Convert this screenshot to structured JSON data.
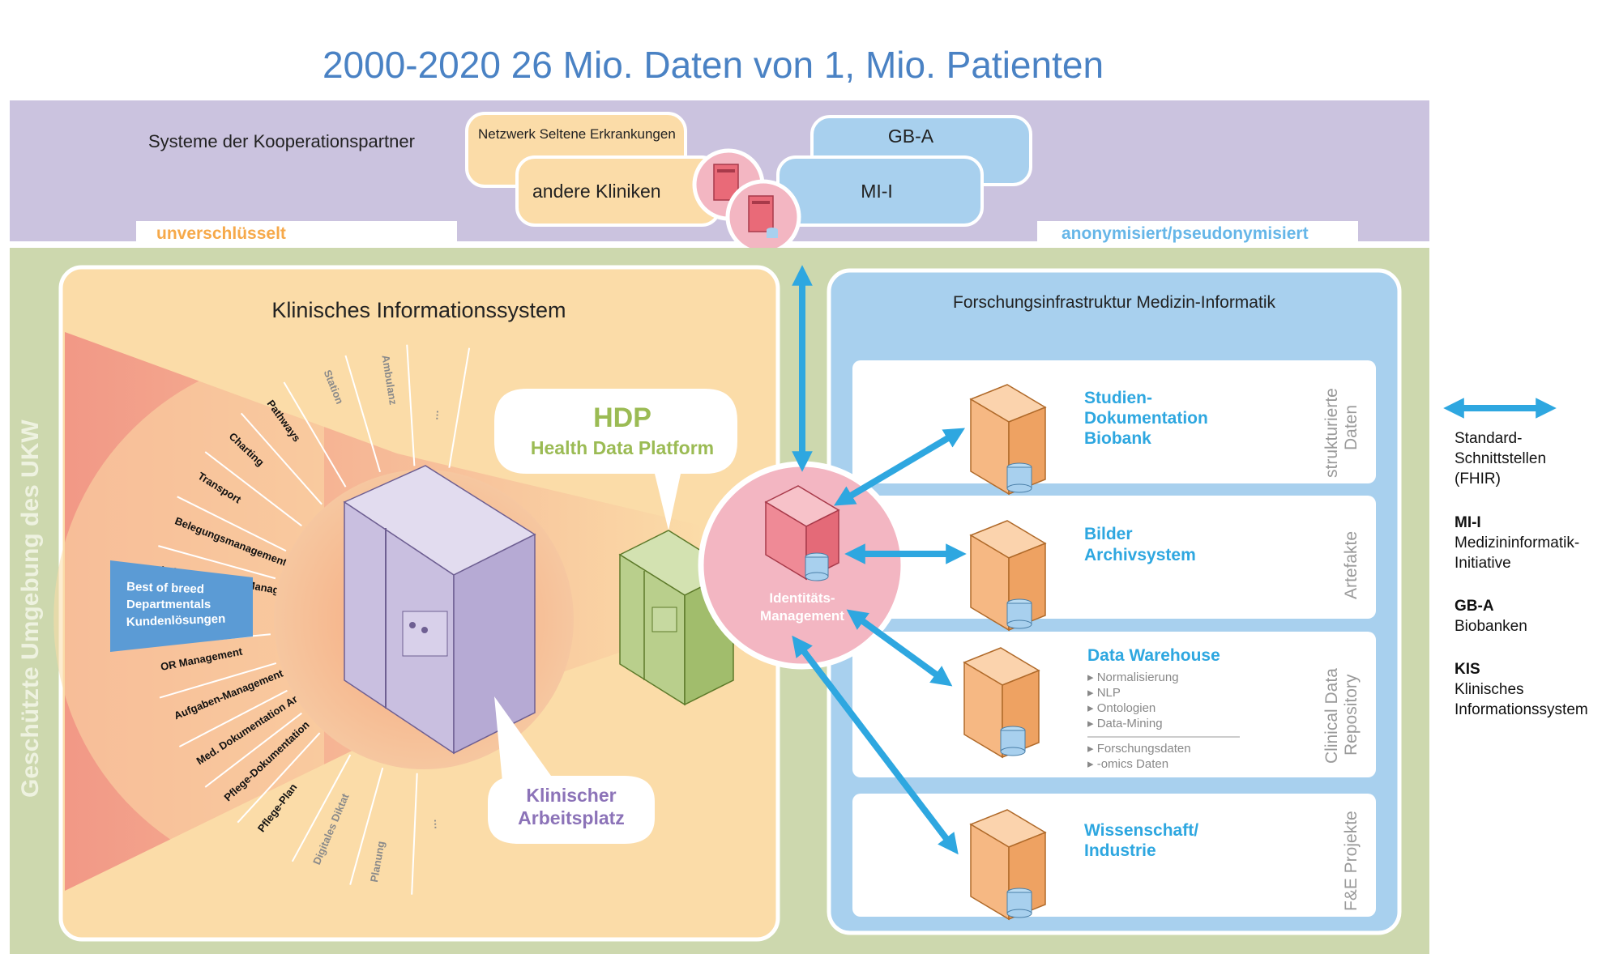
{
  "title": "2000-2020 26 Mio. Daten von 1, Mio. Patienten",
  "top_band": {
    "partner_label": "Systeme der Kooperationspartner",
    "netzwerk": "Netzwerk Seltene Erkrankungen",
    "andere_kliniken": "andere Kliniken",
    "gba": "GB-A",
    "mii": "MI-I",
    "unencrypted": "unverschlüsselt",
    "anonymized": "anonymisiert/pseudonymisiert"
  },
  "side_label": "Geschützte Umgebung des UKW",
  "kis": {
    "title": "Klinisches Informationssystem",
    "hdp_short": "HDP",
    "hdp_long": "Health Data Platform",
    "workplace_line1": "Klinischer",
    "workplace_line2": "Arbeitsplatz",
    "highlight_lines": [
      "Best of breed",
      "Departmentals",
      "Kundenlösungen"
    ],
    "spokes": [
      "Pflege-Plan",
      "Pflege-Dokumentation",
      "Med. Dokumentation Arztbrief",
      "Aufgaben-Management",
      "OR Management",
      "Leistungsstellen-Management",
      "Belegungsmanagement",
      "Transport",
      "Charting",
      "Pathways",
      "Station",
      "Ambulanz",
      "…",
      "Digitales Diktat",
      "Planung",
      "…"
    ]
  },
  "identity": {
    "line1": "Identitäts-",
    "line2": "Management"
  },
  "research": {
    "title": "Forschungsinfrastruktur Medizin-Informatik",
    "rows": [
      {
        "lines": [
          "Studien-",
          "Dokumentation",
          "Biobank"
        ],
        "side": [
          "strukturierte",
          "Daten"
        ]
      },
      {
        "lines": [
          "Bilder",
          "Archivsystem"
        ],
        "side": [
          "Artefakte"
        ]
      },
      {
        "lines": [
          "Data Warehouse"
        ],
        "side": [
          "Clinical Data",
          "Repository"
        ]
      },
      {
        "lines": [
          "Wissenschaft/",
          "Industrie"
        ],
        "side": [
          "F&E Projekte"
        ]
      }
    ],
    "dw_items": [
      "Normalisierung",
      "NLP",
      "Ontologien",
      "Data-Mining"
    ],
    "dw_items2": [
      "Forschungsdaten",
      "-omics Daten"
    ]
  },
  "legend": {
    "std_lines": [
      "Standard-",
      "Schnittstellen",
      "(FHIR)"
    ],
    "entries": [
      {
        "abbr": "MI-I",
        "lines": [
          "Medizininformatik-",
          "Initiative"
        ]
      },
      {
        "abbr": "GB-A",
        "lines": [
          "Biobanken"
        ]
      },
      {
        "abbr": "KIS",
        "lines": [
          "Klinisches",
          "Informationssystem"
        ]
      }
    ]
  },
  "colors": {
    "title_blue": "#4a82c4",
    "arrow_blue": "#2ea7e0",
    "band_purple": "#cbc3df",
    "outer_green": "#cdd8ae",
    "kis_bg": "#fbdca8",
    "research_bg": "#a8d0ee",
    "pink": "#f3b6c2",
    "hdp_green": "#9bbb54",
    "purple_text": "#8c73b8",
    "label_cyan": "#2ea7e0",
    "orange": "#f6a94a"
  }
}
